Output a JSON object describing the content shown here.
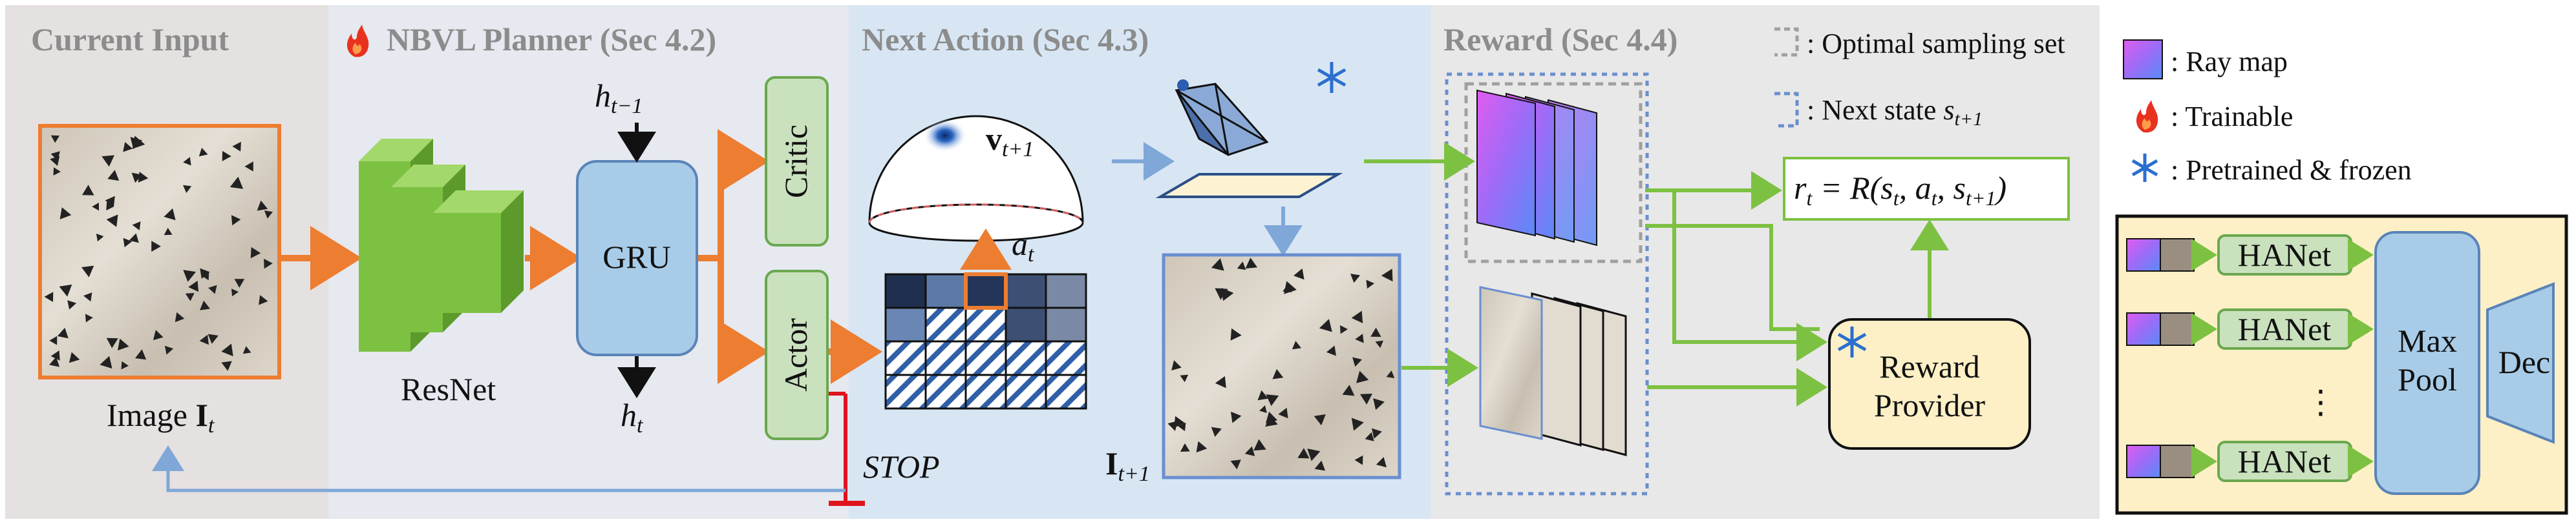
{
  "sections": {
    "input": {
      "title": "Current Input"
    },
    "planner": {
      "title": "NBVL Planner (Sec 4.2)"
    },
    "action": {
      "title": "Next Action (Sec 4.3)"
    },
    "reward": {
      "title": "Reward (Sec 4.4)"
    }
  },
  "input": {
    "image_label": "Image ",
    "image_symbol": "I",
    "image_sub": "t"
  },
  "planner": {
    "resnet_label": "ResNet",
    "gru_label": "GRU",
    "critic_label": "Critic",
    "actor_label": "Actor",
    "h_prev": "h",
    "h_prev_sub": "t−1",
    "h_next": "h",
    "h_next_sub": "t",
    "stop_label": "STOP"
  },
  "action": {
    "v_symbol": "v",
    "v_sub": "t+1",
    "a_symbol": "a",
    "a_sub": "t",
    "next_image_symbol": "I",
    "next_image_sub": "t+1",
    "grid_selected": [
      0,
      2
    ]
  },
  "reward": {
    "formula_lhs": "r",
    "formula_lhs_sub": "t",
    "formula_rhs": " = R(s",
    "formula_s_sub": "t",
    "formula_a": ", a",
    "formula_a_sub": "t",
    "formula_s2": ", s",
    "formula_s2_sub": "t+1",
    "formula_close": ")",
    "provider_line1": "Reward",
    "provider_line2": "Provider"
  },
  "legend": {
    "optimal_set": ": Optimal sampling set",
    "next_state_prefix": ": Next state ",
    "next_state_symbol": "s",
    "next_state_sub": "t+1",
    "ray_map": ": Ray map",
    "trainable": ": Trainable",
    "pretrained": ": Pretrained & frozen"
  },
  "provider_detail": {
    "hanet_labels": [
      "HANet",
      "HANet",
      "HANet"
    ],
    "ellipsis": "⋮",
    "maxpool_line1": "Max",
    "maxpool_line2": "Pool",
    "dec_label": "Dec"
  },
  "colors": {
    "orange": "#ed7d31",
    "green": "#7dc142",
    "blue_arrow": "#7fa7d8",
    "panel_input": "#e5e1e0",
    "panel_planner": "#e6e9ef",
    "panel_action": "#d8e6f4",
    "panel_reward": "#e8e8e8",
    "gru_fill": "#a8cce8",
    "box_green": "#c9e1bd",
    "provider_fill": "#fdf0c6"
  }
}
